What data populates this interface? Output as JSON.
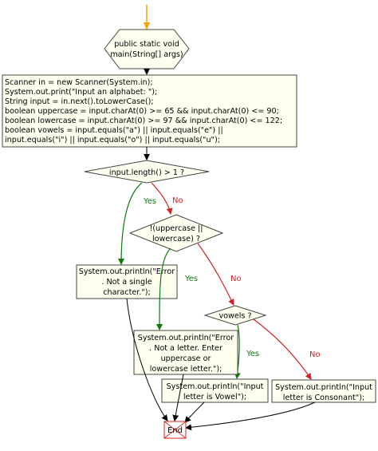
{
  "start": {
    "lines": [
      "public static void",
      "main(String[] args)"
    ]
  },
  "init": {
    "lines": [
      "Scanner in = new Scanner(System.in);",
      "System.out.print(\"Input an alphabet: \");",
      "String input = in.next().toLowerCase();",
      "boolean uppercase = input.charAt(0) >= 65 && input.charAt(0) <= 90;",
      "boolean lowercase = input.charAt(0) >= 97 && input.charAt(0) <= 122;",
      "boolean vowels = input.equals(\"a\") || input.equals(\"e\") ||",
      "input.equals(\"i\") || input.equals(\"o\") || input.equals(\"u\");"
    ]
  },
  "cond1": {
    "text": "input.length() > 1 ?",
    "yes": "Yes",
    "no": "No"
  },
  "err_single": {
    "lines": [
      "System.out.println(\"Error",
      ". Not a single",
      "character.\");"
    ]
  },
  "cond2": {
    "lines": [
      "!(uppercase ||",
      "lowercase) ?"
    ],
    "yes": "Yes",
    "no": "No"
  },
  "cond3": {
    "text": "vowels ?",
    "yes": "Yes",
    "no": "No"
  },
  "err_letter": {
    "lines": [
      "System.out.println(\"Error",
      ". Not a letter. Enter",
      "uppercase or",
      "lowercase letter.\");"
    ]
  },
  "vowel_out": {
    "lines": [
      "System.out.println(\"Input",
      "letter is Vowel\");"
    ]
  },
  "consonant_out": {
    "lines": [
      "System.out.println(\"Input",
      "letter is Consonant\");"
    ]
  },
  "end": {
    "text": "End"
  },
  "colors": {
    "start_arrow": "#f5a800",
    "end_box": "#d42020",
    "yes": "#0a7a0a",
    "no": "#d42020",
    "node_fill": "#fffff0"
  }
}
